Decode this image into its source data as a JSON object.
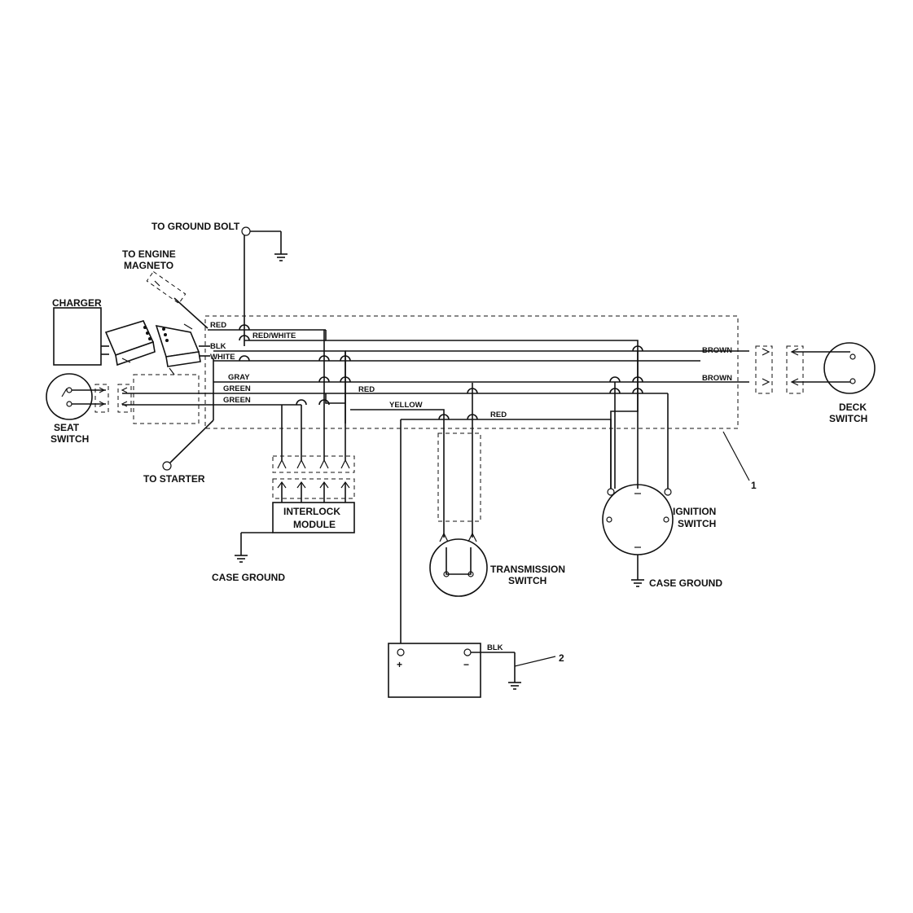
{
  "labels": {
    "to_ground_bolt": "TO GROUND BOLT",
    "to_engine_magneto_1": "TO ENGINE",
    "to_engine_magneto_2": "MAGNETO",
    "charger": "CHARGER",
    "seat_switch_1": "SEAT",
    "seat_switch_2": "SWITCH",
    "to_starter": "TO STARTER",
    "interlock_module_1": "INTERLOCK",
    "interlock_module_2": "MODULE",
    "case_ground_left": "CASE  GROUND",
    "transmission_switch_1": "TRANSMISSION",
    "transmission_switch_2": "SWITCH",
    "ignition_switch_1": "IGNITION",
    "ignition_switch_2": "SWITCH",
    "case_ground_right": "CASE GROUND",
    "deck_switch_1": "DECK",
    "deck_switch_2": "SWITCH",
    "callout_1": "1",
    "callout_2": "2",
    "battery_plus": "+",
    "battery_minus": "−"
  },
  "wires": {
    "red_top": "RED",
    "red_white": "RED/WHITE",
    "blk": "BLK",
    "white": "WHITE",
    "gray": "GRAY",
    "green_1": "GREEN",
    "green_2": "GREEN",
    "red_mid": "RED",
    "yellow": "YELLOW",
    "red_low": "RED",
    "brown_1": "BROWN",
    "brown_2": "BROWN",
    "blk_battery": "BLK"
  }
}
